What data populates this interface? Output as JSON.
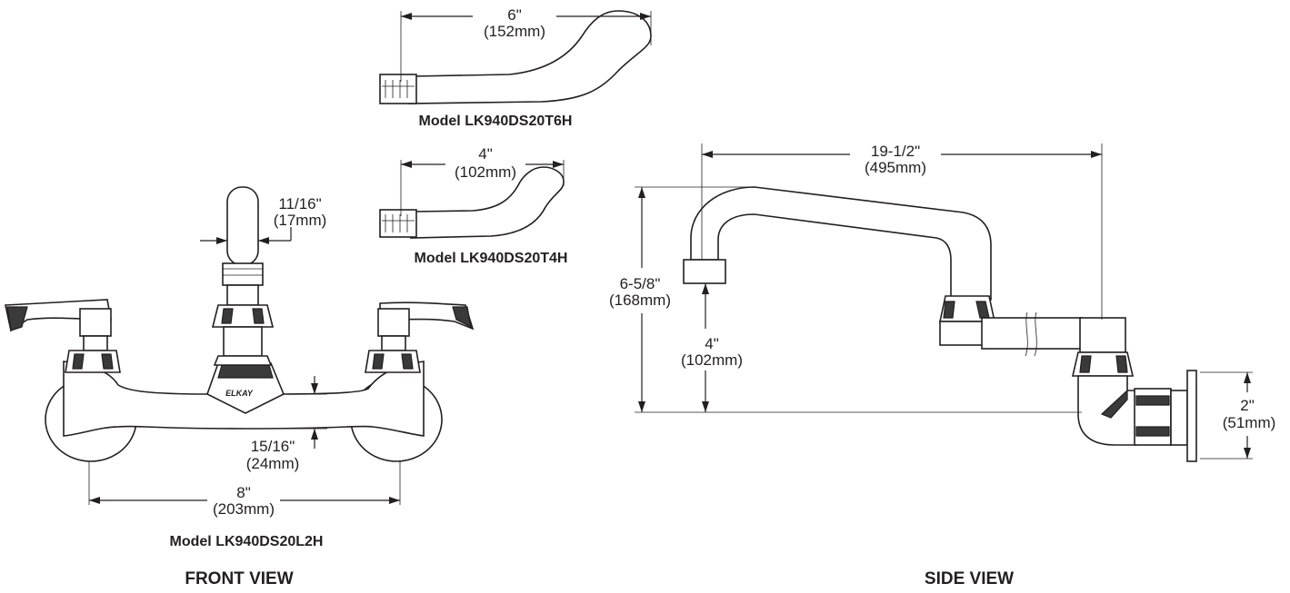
{
  "colors": {
    "ink": "#231f20",
    "background": "#ffffff",
    "shadow": "#3a3a3a"
  },
  "spout_6in": {
    "dim_in": "6\"",
    "dim_mm": "(152mm)",
    "model": "Model LK940DS20T6H"
  },
  "spout_4in": {
    "dim_in": "4\"",
    "dim_mm": "(102mm)",
    "model": "Model LK940DS20T4H"
  },
  "front_view": {
    "brand": "ELKAY",
    "stem_in": "11/16\"",
    "stem_mm": "(17mm)",
    "body_in": "15/16\"",
    "body_mm": "(24mm)",
    "centers_in": "8\"",
    "centers_mm": "(203mm)",
    "model": "Model LK940DS20L2H",
    "title": "FRONT VIEW"
  },
  "side_view": {
    "reach_in": "19-1/2\"",
    "reach_mm": "(495mm)",
    "height_in": "6-5/8\"",
    "height_mm": "(168mm)",
    "clearance_in": "4\"",
    "clearance_mm": "(102mm)",
    "flange_in": "2\"",
    "flange_mm": "(51mm)",
    "title": "SIDE VIEW"
  }
}
